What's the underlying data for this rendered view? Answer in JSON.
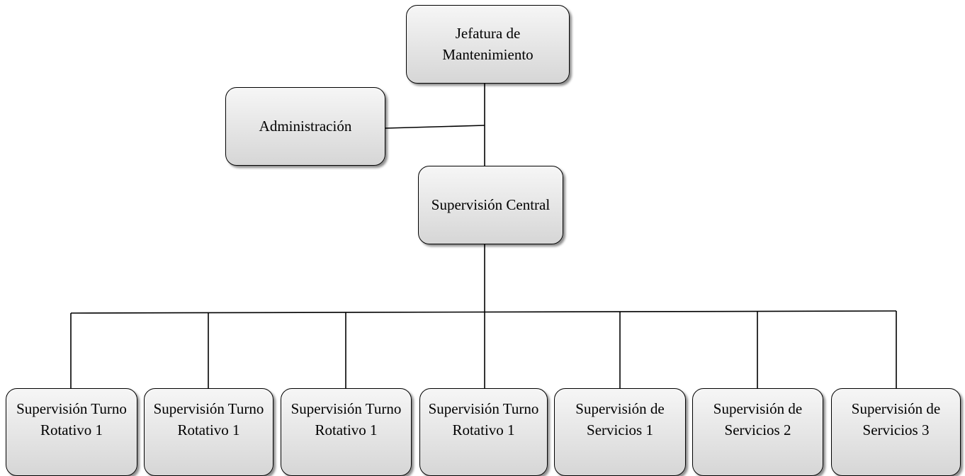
{
  "diagram": {
    "nodes": {
      "jefatura": "Jefatura de Mantenimiento",
      "administracion": "Administración",
      "supervision_central": "Supervisión Central",
      "bottom": [
        "Supervisión Turno Rotativo 1",
        "Supervisión Turno Rotativo 1",
        "Supervisión Turno Rotativo 1",
        "Supervisión Turno Rotativo 1",
        "Supervisión de Servicios 1",
        "Supervisión de Servicios 2",
        "Supervisión de Servicios 3"
      ]
    },
    "edges": [
      [
        "jefatura",
        "supervision_central"
      ],
      [
        "administracion",
        "jefatura-supervision_central-line"
      ],
      [
        "supervision_central",
        "bottom.0"
      ],
      [
        "supervision_central",
        "bottom.1"
      ],
      [
        "supervision_central",
        "bottom.2"
      ],
      [
        "supervision_central",
        "bottom.3"
      ],
      [
        "supervision_central",
        "bottom.4"
      ],
      [
        "supervision_central",
        "bottom.5"
      ],
      [
        "supervision_central",
        "bottom.6"
      ]
    ],
    "colors": {
      "box_fill_top": "#f6f6f6",
      "box_fill_bottom": "#d6d6d6",
      "line": "#000000",
      "text": "#000000"
    }
  }
}
